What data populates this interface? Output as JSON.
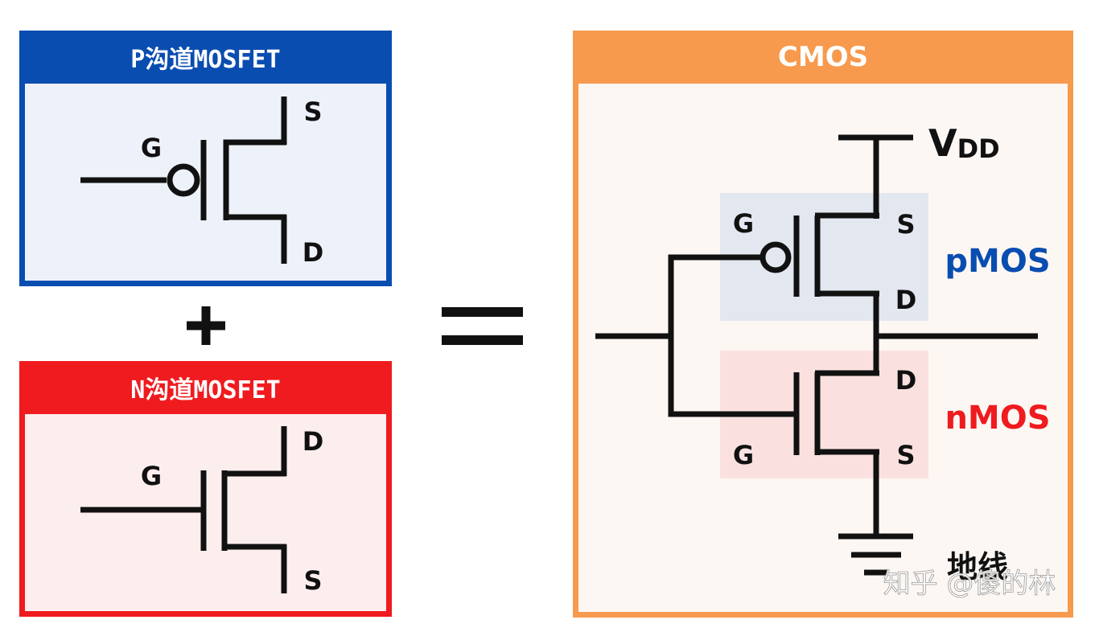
{
  "pmos_panel": {
    "title": "P沟道MOSFET",
    "gate": "G",
    "source": "S",
    "drain": "D"
  },
  "nmos_panel": {
    "title": "N沟道MOSFET",
    "gate": "G",
    "drain": "D",
    "source": "S"
  },
  "plus": "+",
  "equals": "=",
  "cmos_panel": {
    "title": "CMOS",
    "vdd": "V",
    "vdd_sub": "DD",
    "pmos_gate": "G",
    "pmos_source": "S",
    "pmos_drain": "D",
    "pmos_label": "pMOS",
    "nmos_drain": "D",
    "nmos_gate": "G",
    "nmos_source": "S",
    "nmos_label": "nMOS",
    "ground": "地线"
  },
  "watermark": "知乎 @傻的林",
  "colors": {
    "pmos": "#0a4db0",
    "nmos": "#ef1b1f",
    "cmos": "#f79a4e"
  }
}
